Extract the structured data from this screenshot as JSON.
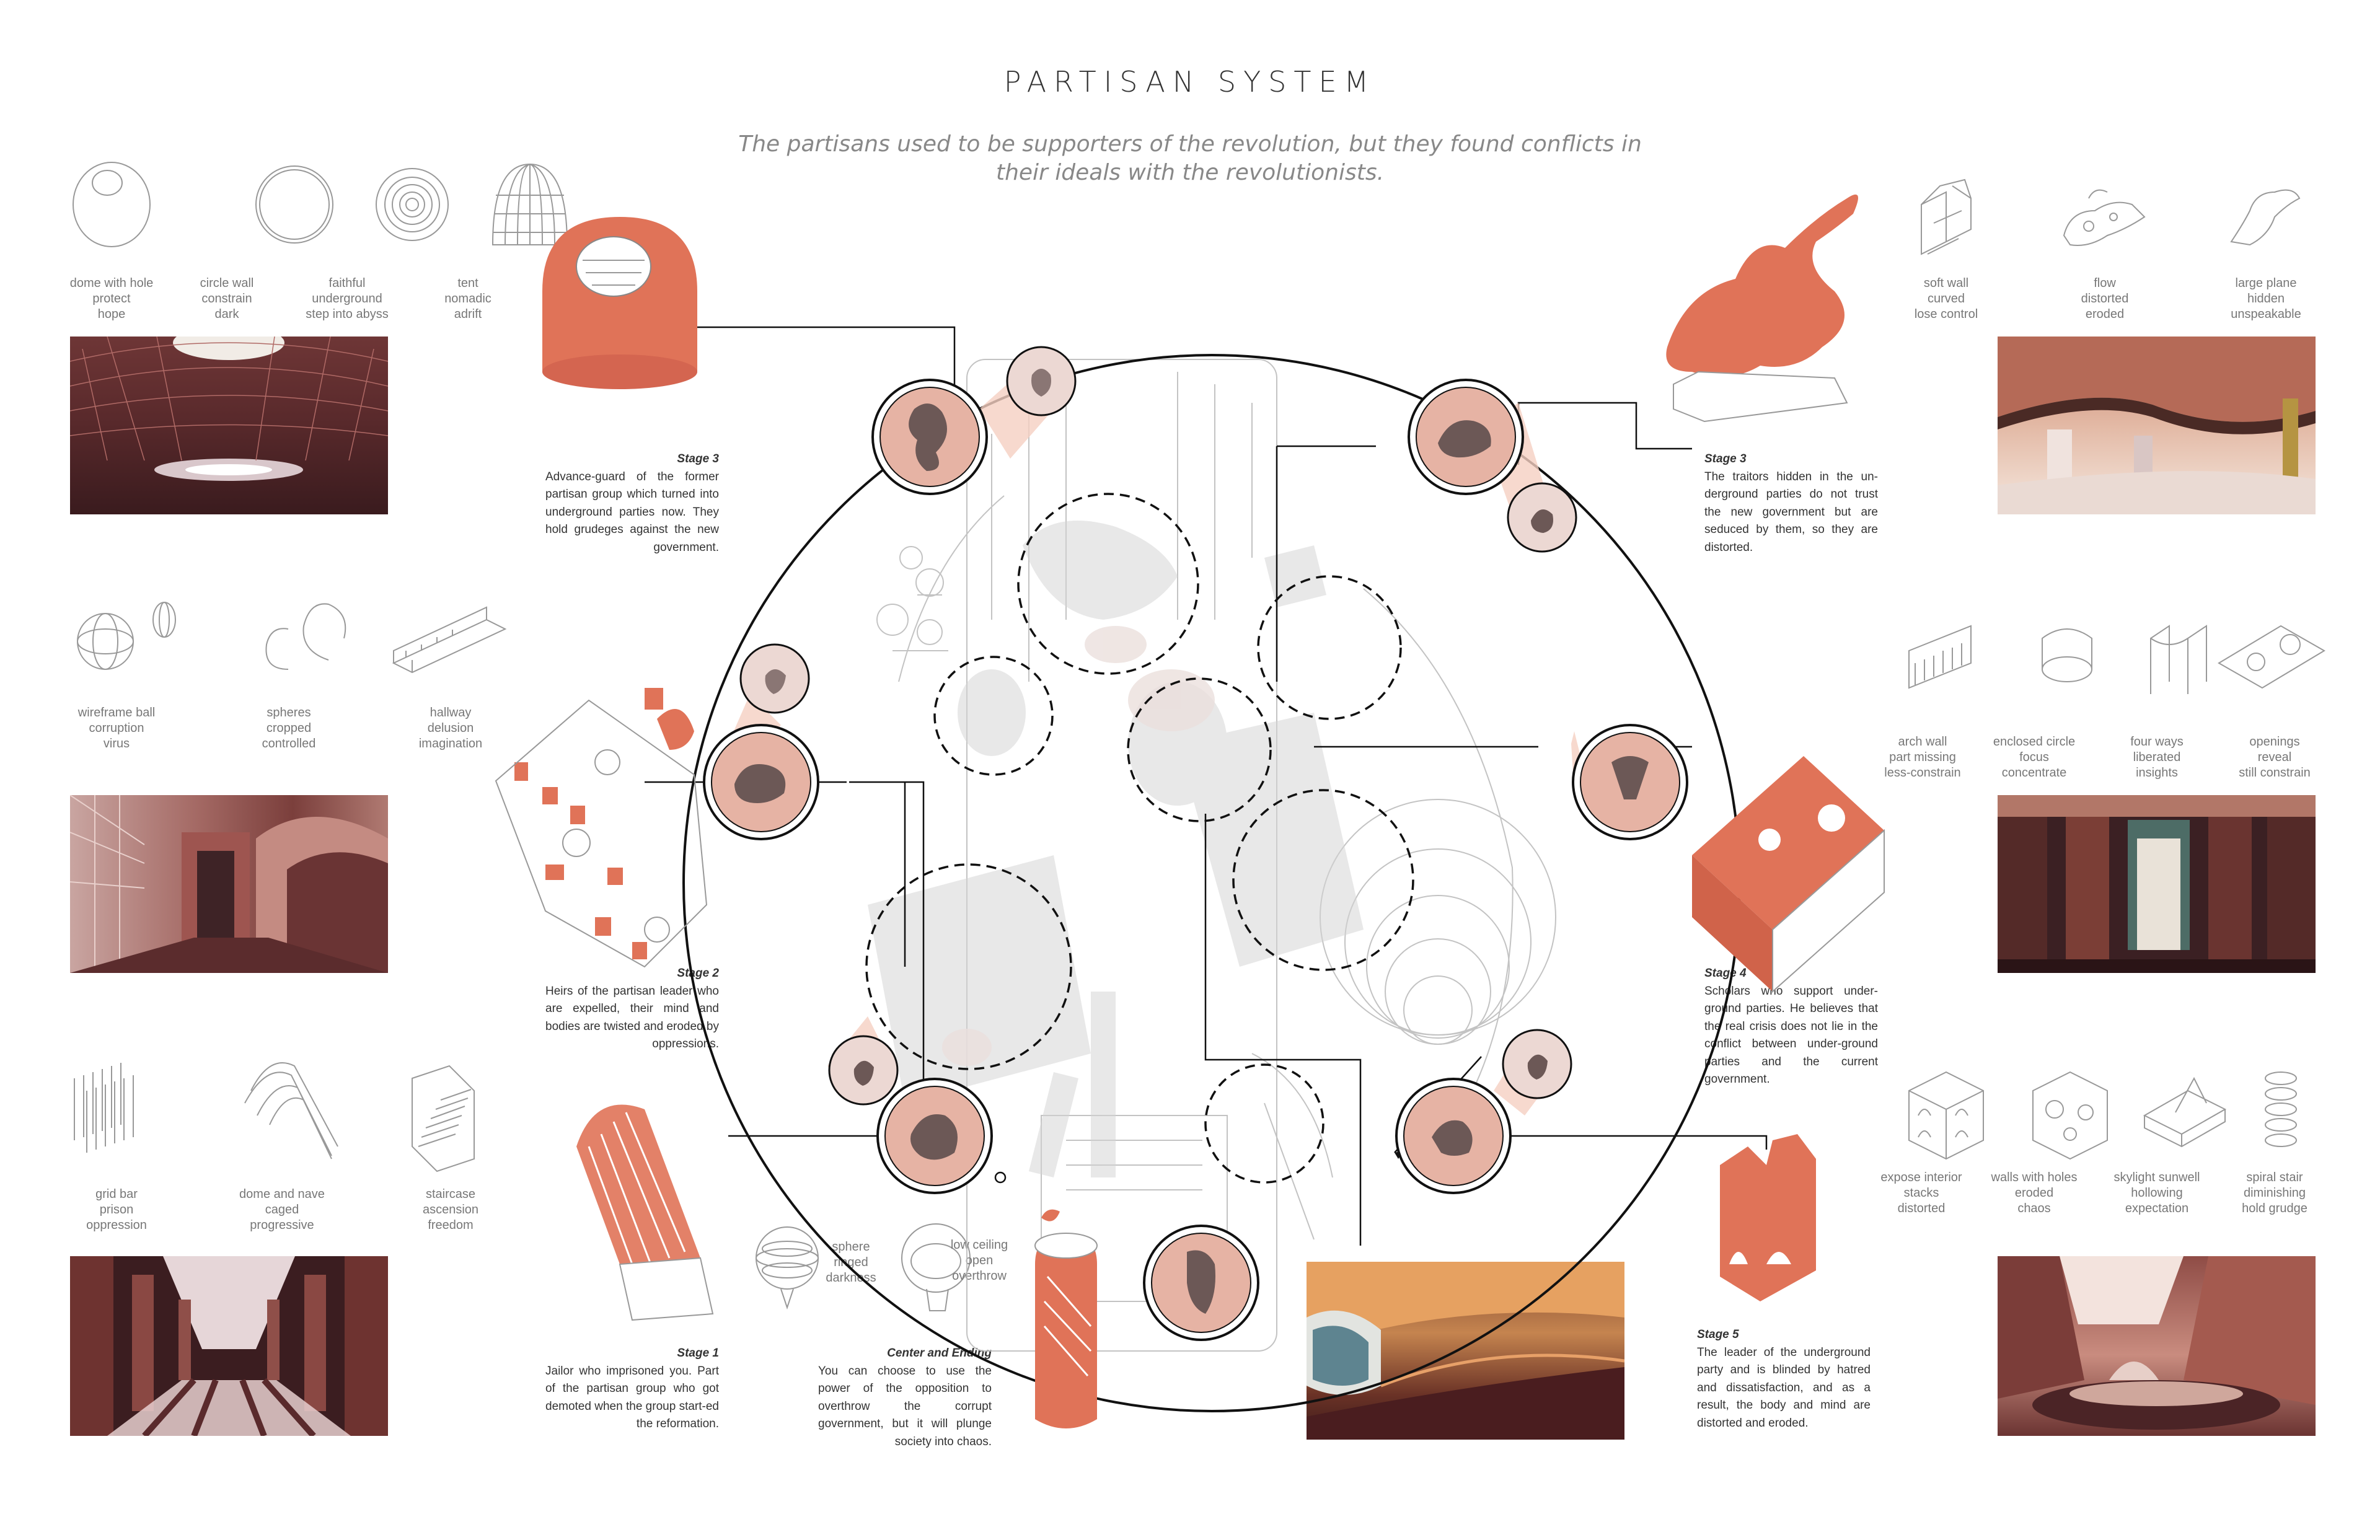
{
  "header": {
    "title": "PARTISAN SYSTEM",
    "subtitle_line1": "The partisans used to be supporters of the revolution, but they found conflicts in",
    "subtitle_line2": "their ideals with the revolutionists."
  },
  "left_icons_row1": [
    {
      "icon": "dome-with-hole-icon",
      "caption": "dome with hole\nprotect\nhope"
    },
    {
      "icon": "circle-wall-icon",
      "caption": "circle wall\nconstrain\ndark"
    },
    {
      "icon": "faithful-underground-icon",
      "caption": "faithful\nunderground\nstep into abyss"
    },
    {
      "icon": "tent-icon",
      "caption": "tent\nnomadic\nadrift"
    }
  ],
  "left_icons_row2": [
    {
      "icon": "wireframe-ball-icon",
      "caption": "wireframe ball\ncorruption\nvirus"
    },
    {
      "icon": "spheres-icon",
      "caption": "spheres\ncropped\ncontrolled"
    },
    {
      "icon": "hallway-icon",
      "caption": "hallway\ndelusion\nimagination"
    }
  ],
  "left_icons_row3": [
    {
      "icon": "grid-bar-icon",
      "caption": "grid bar\nprison\noppression"
    },
    {
      "icon": "dome-and-nave-icon",
      "caption": "dome and nave\ncaged\nprogressive"
    },
    {
      "icon": "staircase-icon",
      "caption": "staircase\nascension\nfreedom"
    }
  ],
  "right_icons_row1": [
    {
      "icon": "soft-wall-icon",
      "caption": "soft wall\ncurved\nlose control"
    },
    {
      "icon": "flow-icon",
      "caption": "flow\ndistorted\neroded"
    },
    {
      "icon": "large-plane-icon",
      "caption": "large plane\nhidden\nunspeakable"
    }
  ],
  "right_icons_row2": [
    {
      "icon": "arch-wall-icon",
      "caption": "arch wall\npart missing\nless-constrain"
    },
    {
      "icon": "enclosed-circle-icon",
      "caption": "enclosed circle\nfocus\nconcentrate"
    },
    {
      "icon": "four-ways-icon",
      "caption": "four ways\nliberated\ninsights"
    },
    {
      "icon": "openings-icon",
      "caption": "openings\nreveal\nstill constrain"
    }
  ],
  "right_icons_row3": [
    {
      "icon": "expose-interior-icon",
      "caption": "expose interior\nstacks\ndistorted"
    },
    {
      "icon": "walls-with-holes-icon",
      "caption": "walls with holes\neroded\nchaos"
    },
    {
      "icon": "skylight-sunwell-icon",
      "caption": "skylight sunwell\nhollowing\nexpectation"
    },
    {
      "icon": "spiral-stair-icon",
      "caption": "spiral stair\ndiminishing\nhold grudge"
    }
  ],
  "center_icons": [
    {
      "icon": "sphere-ringed-icon",
      "caption": "sphere\nringed\ndarkness"
    },
    {
      "icon": "low-ceiling-icon",
      "caption": "low ceiling\nopen\noverthrow"
    }
  ],
  "stages": {
    "left_top": {
      "head": "Stage 3",
      "text": "Advance-guard of the former partisan group which turned into underground parties now. They hold grudeges against the new government."
    },
    "left_mid": {
      "head": "Stage 2",
      "text": "Heirs of the partisan leader who are expelled, their mind and bodies are twisted and eroded by oppressions."
    },
    "left_bot": {
      "head": "Stage 1",
      "text": "Jailor who imprisoned you. Part of the partisan group who got demoted when the group start-ed the reformation."
    },
    "center": {
      "head": "Center and Ending",
      "text": "You can choose to use the power of the opposition to overthrow the corrupt government, but it will plunge society into chaos."
    },
    "right_top": {
      "head": "Stage 3",
      "text": "The traitors hidden in the un-derground parties do not trust the new government but are seduced by them, so they are distorted."
    },
    "right_mid": {
      "head": "Stage 4",
      "text": "Scholars who support under-ground parties. He believes that the real crisis does not lie in the conflict between under-ground parties and the current government."
    },
    "right_bot": {
      "head": "Stage 5",
      "text": "The leader of the underground party and is blinded by hatred and dissatisfaction, and as a result, the body and mind are distorted and eroded."
    }
  },
  "colors": {
    "accent": "#e07358",
    "accent_light": "#f2b7a5",
    "node_fill": "#e6b3a4",
    "render_dark": "#4a2226",
    "render_mid": "#a4605a",
    "line": "#111111"
  }
}
